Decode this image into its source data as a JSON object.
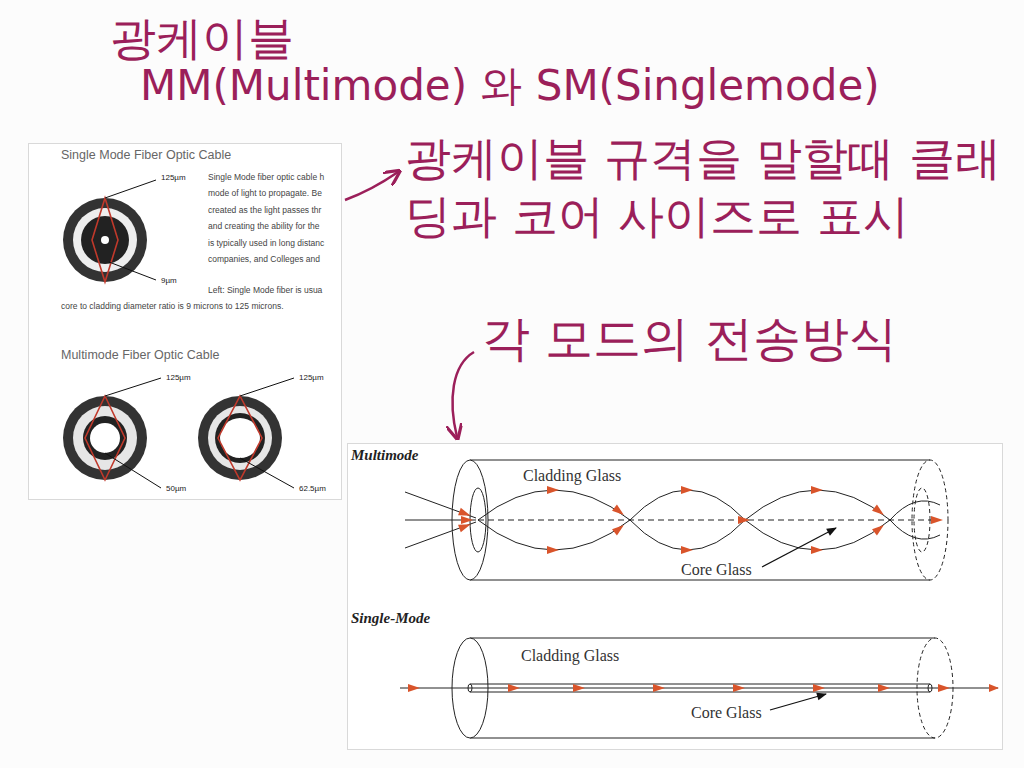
{
  "diagram": {
    "title": "광케이블",
    "nodes": [
      {
        "text": [
          "Single Mode Fiber Optic Cable",
          "125µm",
          "9µm",
          "Single Mode fiber optic cable h",
          "mode of light to propagate. Be",
          "created as the light passes thr",
          "and creating the ability for the",
          "is typically used in long distanc",
          "companies, and Colleges and",
          "Left: Single Mode fiber is usua",
          "core to cladding diameter ratio is 9 microns to 125 microns.",
          "Multimode Fiber Optic Cable",
          "125µm",
          "125µm",
          "50µm",
          "62.5µm"
        ]
      },
      {
        "text": [
          "Multimode",
          "Cladding Glass",
          "Core Glass",
          "Single-Mode",
          "Cladding Glass",
          "Core Glass"
        ]
      }
    ],
    "labels": [
      "MM(Multimode) 와 SM(Singlemode)",
      "광케이블 규격을 말할때 클래딩과 코어 사이즈로 표시",
      "각 모드의 전송방식"
    ]
  }
}
